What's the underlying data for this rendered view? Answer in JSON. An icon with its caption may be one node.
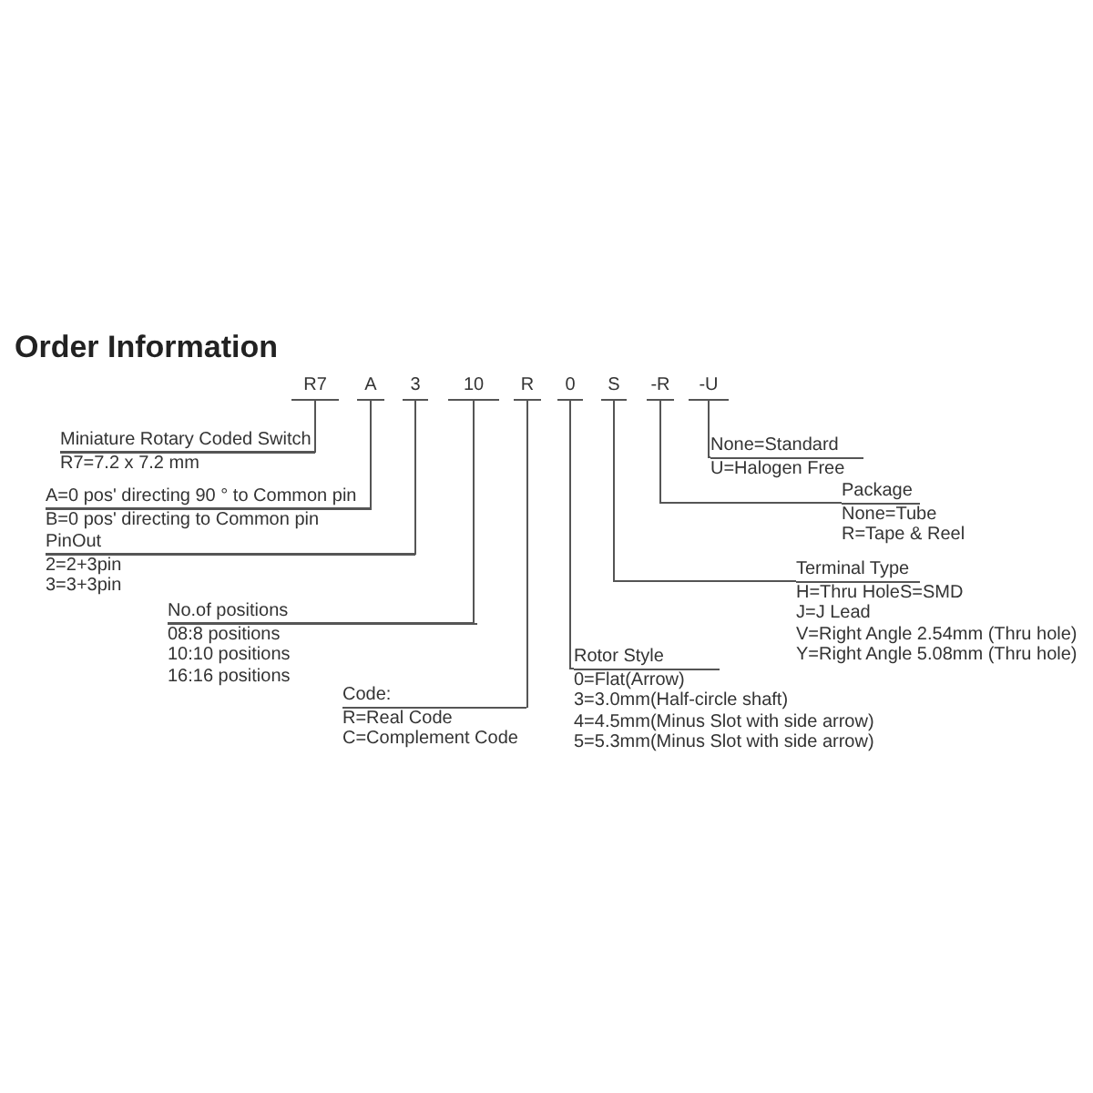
{
  "diagram": {
    "title": "Order Information",
    "nodes": [
      {
        "text": [
          "R7"
        ]
      },
      {
        "text": [
          "A"
        ]
      },
      {
        "text": [
          "3"
        ]
      },
      {
        "text": [
          "10"
        ]
      },
      {
        "text": [
          "R"
        ]
      },
      {
        "text": [
          "0"
        ]
      },
      {
        "text": [
          "S"
        ]
      },
      {
        "text": [
          "-R"
        ]
      },
      {
        "text": [
          "-U"
        ]
      },
      {
        "text": [
          "Miniature Rotary Coded Switch",
          "R7=7.2 x 7.2 mm"
        ]
      },
      {
        "text": [
          "A=0 pos' directing 90 ° to Common pin",
          "B=0 pos' directing to Common pin"
        ]
      },
      {
        "text": [
          "PinOut",
          "2=2+3pin",
          "3=3+3pin"
        ]
      },
      {
        "text": [
          "No.of positions",
          "08:8 positions",
          "10:10 positions",
          "16:16 positions"
        ]
      },
      {
        "text": [
          "Code:",
          "R=Real Code",
          "C=Complement Code"
        ]
      },
      {
        "text": [
          "Rotor Style",
          "0=Flat(Arrow)",
          "3=3.0mm(Half-circle shaft)",
          "4=4.5mm(Minus Slot with side arrow)",
          "5=5.3mm(Minus Slot with side arrow)"
        ]
      },
      {
        "text": [
          "Terminal Type",
          "H=Thru HoleS=SMD",
          "J=J Lead",
          "V=Right Angle 2.54mm (Thru hole)",
          "Y=Right Angle 5.08mm (Thru hole)"
        ]
      },
      {
        "text": [
          "Package",
          "None=Tube",
          "R=Tape & Reel"
        ]
      },
      {
        "text": [
          "None=Standard",
          "U=Halogen Free"
        ]
      }
    ],
    "edges": [
      {
        "from": 0,
        "to": 9,
        "arrow": "none"
      },
      {
        "from": 1,
        "to": 10,
        "arrow": "none"
      },
      {
        "from": 2,
        "to": 11,
        "arrow": "none"
      },
      {
        "from": 3,
        "to": 12,
        "arrow": "none"
      },
      {
        "from": 4,
        "to": 13,
        "arrow": "none"
      },
      {
        "from": 5,
        "to": 14,
        "arrow": "none"
      },
      {
        "from": 6,
        "to": 15,
        "arrow": "none"
      },
      {
        "from": 7,
        "to": 16,
        "arrow": "none"
      },
      {
        "from": 8,
        "to": 17,
        "arrow": "none"
      }
    ]
  }
}
